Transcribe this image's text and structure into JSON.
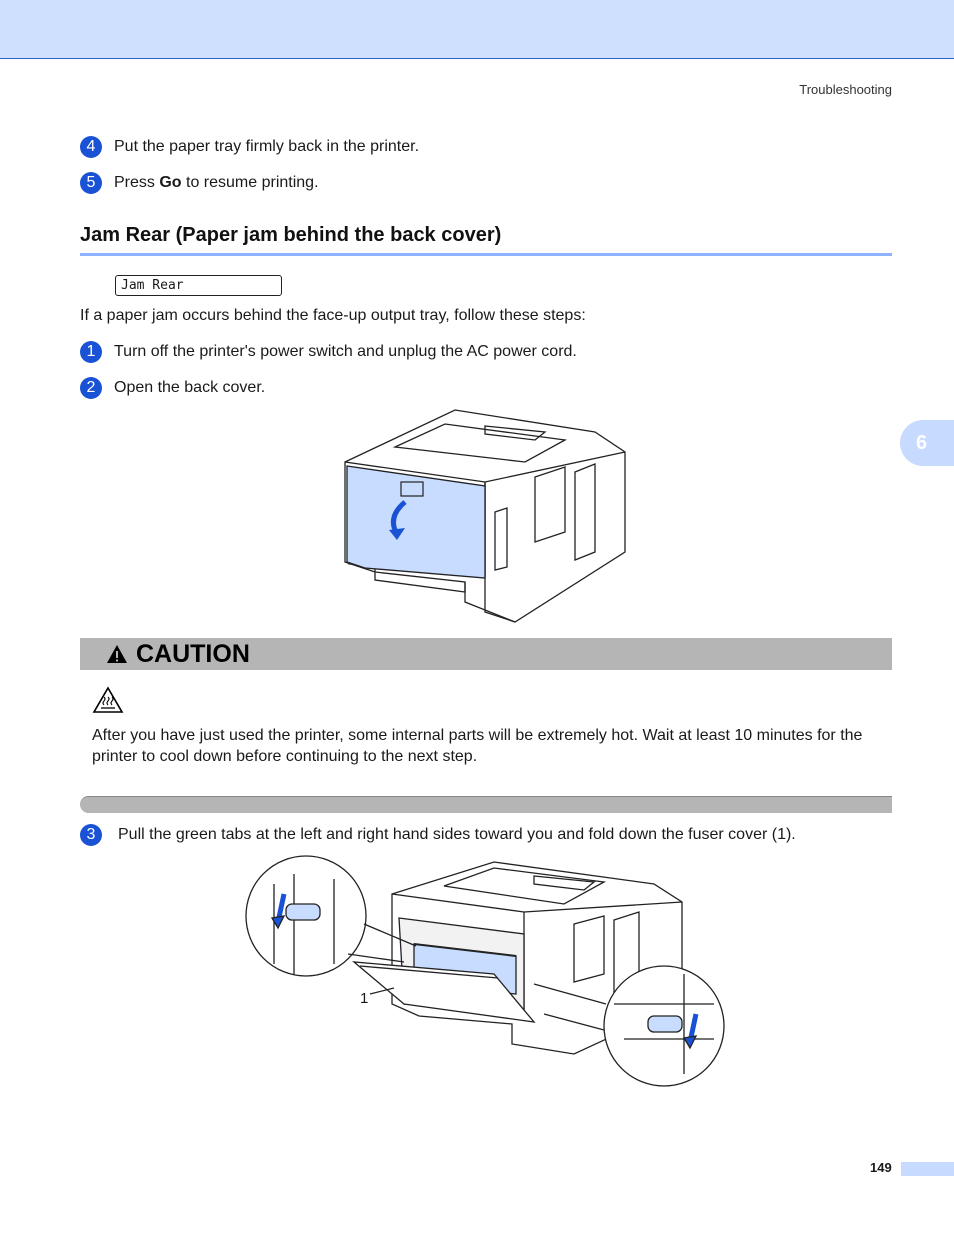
{
  "header": {
    "running_head": "Troubleshooting"
  },
  "steps_top": [
    {
      "num": "4",
      "text": "Put the paper tray firmly back in the printer."
    },
    {
      "num": "5",
      "text_before": "Press ",
      "text_bold": "Go",
      "text_after": " to resume printing."
    }
  ],
  "section": {
    "title": "Jam Rear (Paper jam behind the back cover)",
    "lcd": "Jam Rear"
  },
  "intro": "If a paper jam occurs behind the face-up output tray, follow these steps:",
  "steps_mid": [
    {
      "num": "1",
      "text": "Turn off the printer's power switch and unplug the AC power cord."
    },
    {
      "num": "2",
      "text": "Open the back cover."
    }
  ],
  "caution": {
    "title": "CAUTION",
    "text": "After you have just used the printer, some internal parts will be extremely hot. Wait at least 10 minutes for the printer to cool down before continuing to the next step."
  },
  "step3": {
    "num": "3",
    "text": "Pull the green tabs at the left and right hand sides toward you and fold down the fuser cover (1)."
  },
  "figure2": {
    "callout": "1"
  },
  "chapter_tab": "6",
  "page_number": "149",
  "colors": {
    "accent_blue": "#1a52d6",
    "band_blue": "#cfe0ff",
    "caution_gray": "#b5b5b5"
  }
}
